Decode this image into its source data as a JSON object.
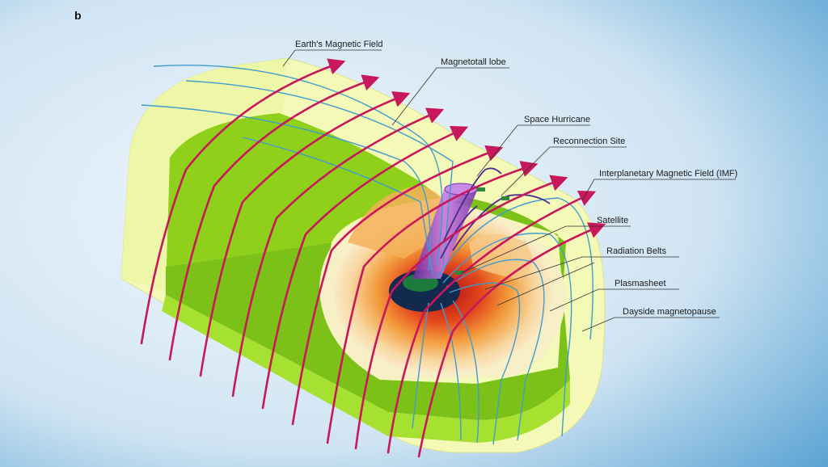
{
  "panel_letter": "b",
  "labels": {
    "earth_field": "Earth's Magnetic Field",
    "magnetotail_lobe": "Magnetotall lobe",
    "space_hurricane": "Space Hurricane",
    "reconnection_site": "Reconnection Site",
    "imf": "Interplanetary Magnetic Field (IMF)",
    "satellite": "Satellite",
    "radiation_belts": "Radiation Belts",
    "plasmasheet": "Plasmasheet",
    "dayside_magnetopause": "Dayside magnetopause"
  },
  "colors": {
    "background_light": "#e9f3fa",
    "background_dark": "#5aa3d3",
    "outer_shell": "#f4f9b8",
    "lobe_green": "#8fd11a",
    "imf_red": "#c8175a",
    "field_blue": "#3f9ccc",
    "hurricane_purple": "#a25ad6",
    "earth": "#122a4e"
  }
}
